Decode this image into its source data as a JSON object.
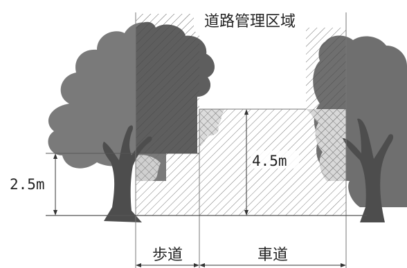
{
  "title": "道路管理区域",
  "height_low": "2.5m",
  "height_high": "4.5m",
  "label_sidewalk": "歩道",
  "label_roadway": "車道",
  "colors": {
    "tree_dark": "#6f6f6f",
    "tree_light": "#9c9c9c",
    "trunk": "#555555",
    "hatch": "#8a8a8a",
    "line": "#555555"
  }
}
